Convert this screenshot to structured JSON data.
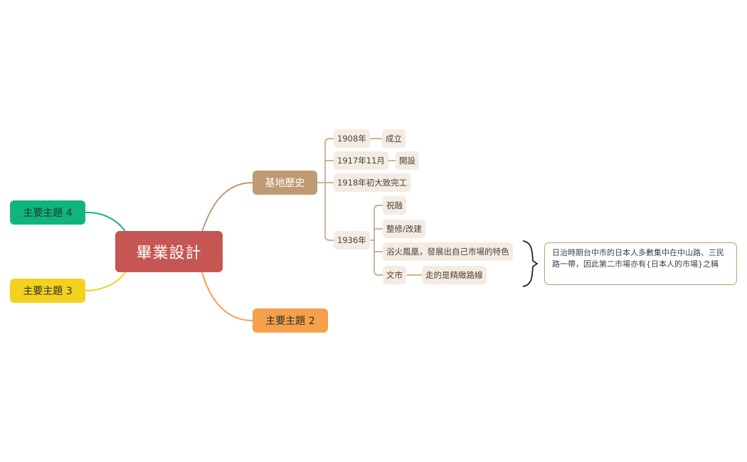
{
  "mindmap": {
    "root": "畢業設計",
    "history": {
      "label": "基地歷史",
      "y1908": {
        "label": "1908年",
        "child": "成立"
      },
      "y1917": {
        "label": "1917年11月",
        "child": "開設"
      },
      "y1918": {
        "label": "1918年初大致完工"
      },
      "y1936": {
        "label": "1936年",
        "items": {
          "celebrate": "祝融",
          "repair": "整修/改建",
          "phoenix": "浴火鳳凰，發展出自己市場的特色",
          "wenshi": "文市",
          "wenshi_child": "走的是精緻路線"
        }
      },
      "summary_note": "日治時期台中市的日本人多數集中在中山路、三民路一帶，因此第二市場亦有{日本人的市場}之稱"
    },
    "topic2": "主要主題 2",
    "topic3": "主要主題 3",
    "topic4": "主要主題 4"
  },
  "colors": {
    "root": "#c65653",
    "history": "#bf9a72",
    "topic2": "#f5a04a",
    "topic3": "#f2d21f",
    "topic4": "#11b47c",
    "subtopic_bg": "#f4ece3",
    "summary_bracket": "#1f2433"
  }
}
